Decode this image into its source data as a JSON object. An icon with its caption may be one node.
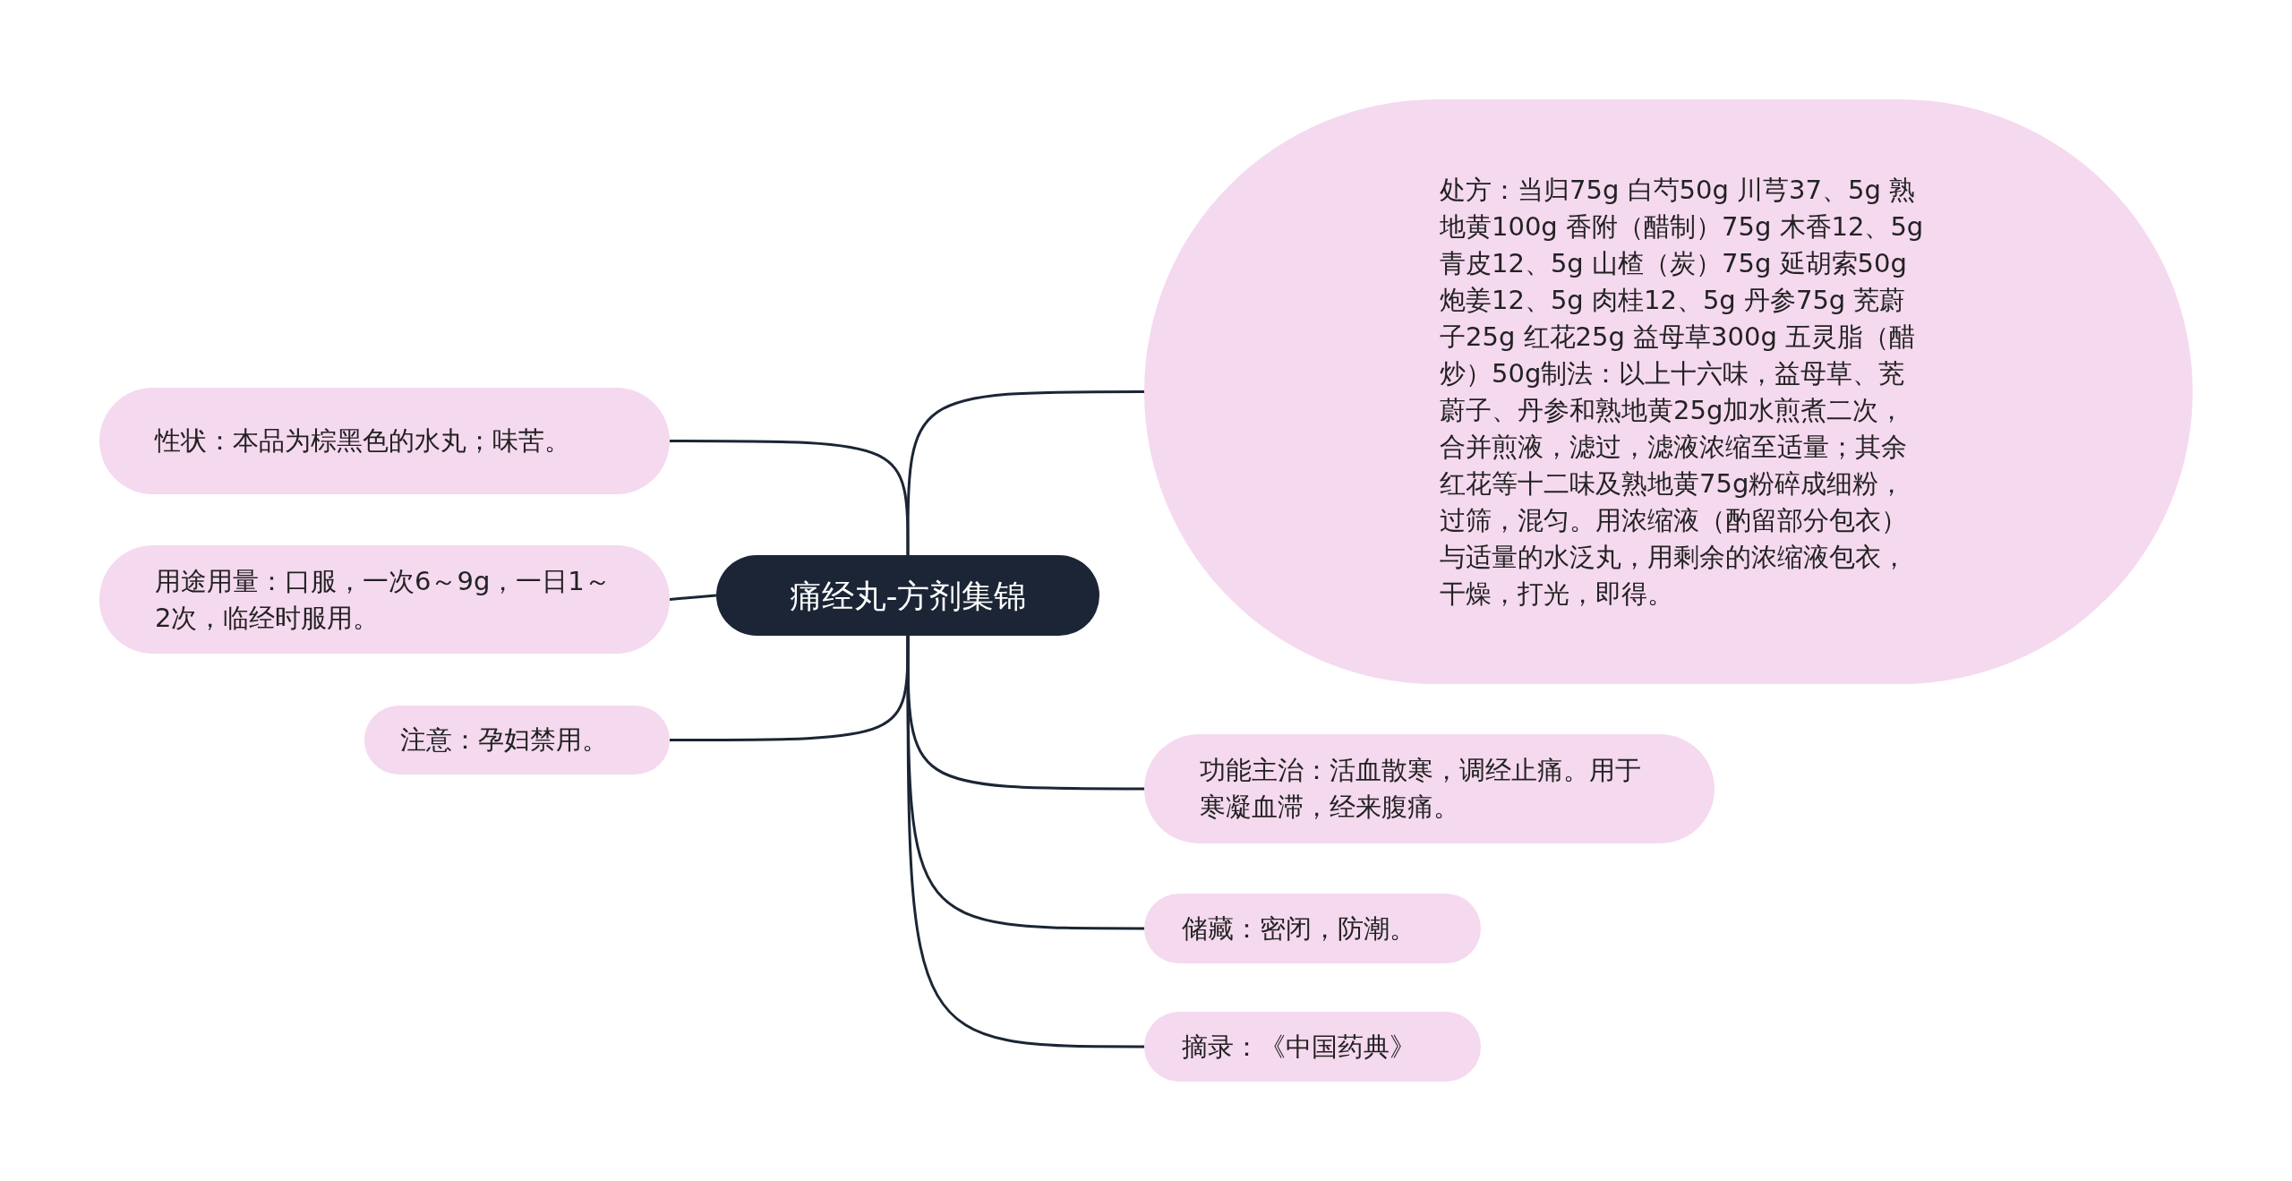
{
  "diagram": {
    "nodes": [
      {
        "text": [
          "痛经丸-方剂集锦"
        ]
      },
      {
        "text": [
          "性状：本品为棕黑色的水丸；味苦。"
        ]
      },
      {
        "text": [
          "用途用量：口服，一次6～9g，一日1～2次，临经时服用。"
        ]
      },
      {
        "text": [
          "注意：孕妇禁用。"
        ]
      },
      {
        "text": [
          "处方：当归75g 白芍50g 川芎37、5g 熟地黄100g 香附（醋制）75g 木香12、5g 青皮12、5g 山楂（炭）75g 延胡索50g 炮姜12、5g 肉桂12、5g 丹参75g 茺蔚子25g 红花25g 益母草300g 五灵脂（醋炒）50g制法：以上十六味，益母草、茺蔚子、丹参和熟地黄25g加水煎煮二次，合并煎液，滤过，滤液浓缩至适量；其余红花等十二味及熟地黄75g粉碎成细粉，过筛，混匀。用浓缩液（酌留部分包衣）与适量的水泛丸，用剩余的浓缩液包衣，干燥，打光，即得。"
        ]
      },
      {
        "text": [
          "功能主治：活血散寒，调经止痛。用于寒凝血滞，经来腹痛。"
        ]
      },
      {
        "text": [
          "储藏：密闭，防潮。"
        ]
      },
      {
        "text": [
          "摘录：《中国药典》"
        ]
      }
    ],
    "edges": [
      {
        "from": 0,
        "to": 1,
        "arrow": "none"
      },
      {
        "from": 0,
        "to": 2,
        "arrow": "none"
      },
      {
        "from": 0,
        "to": 3,
        "arrow": "none"
      },
      {
        "from": 0,
        "to": 4,
        "arrow": "none"
      },
      {
        "from": 0,
        "to": 5,
        "arrow": "none"
      },
      {
        "from": 0,
        "to": 6,
        "arrow": "none"
      },
      {
        "from": 0,
        "to": 7,
        "arrow": "none"
      }
    ]
  }
}
